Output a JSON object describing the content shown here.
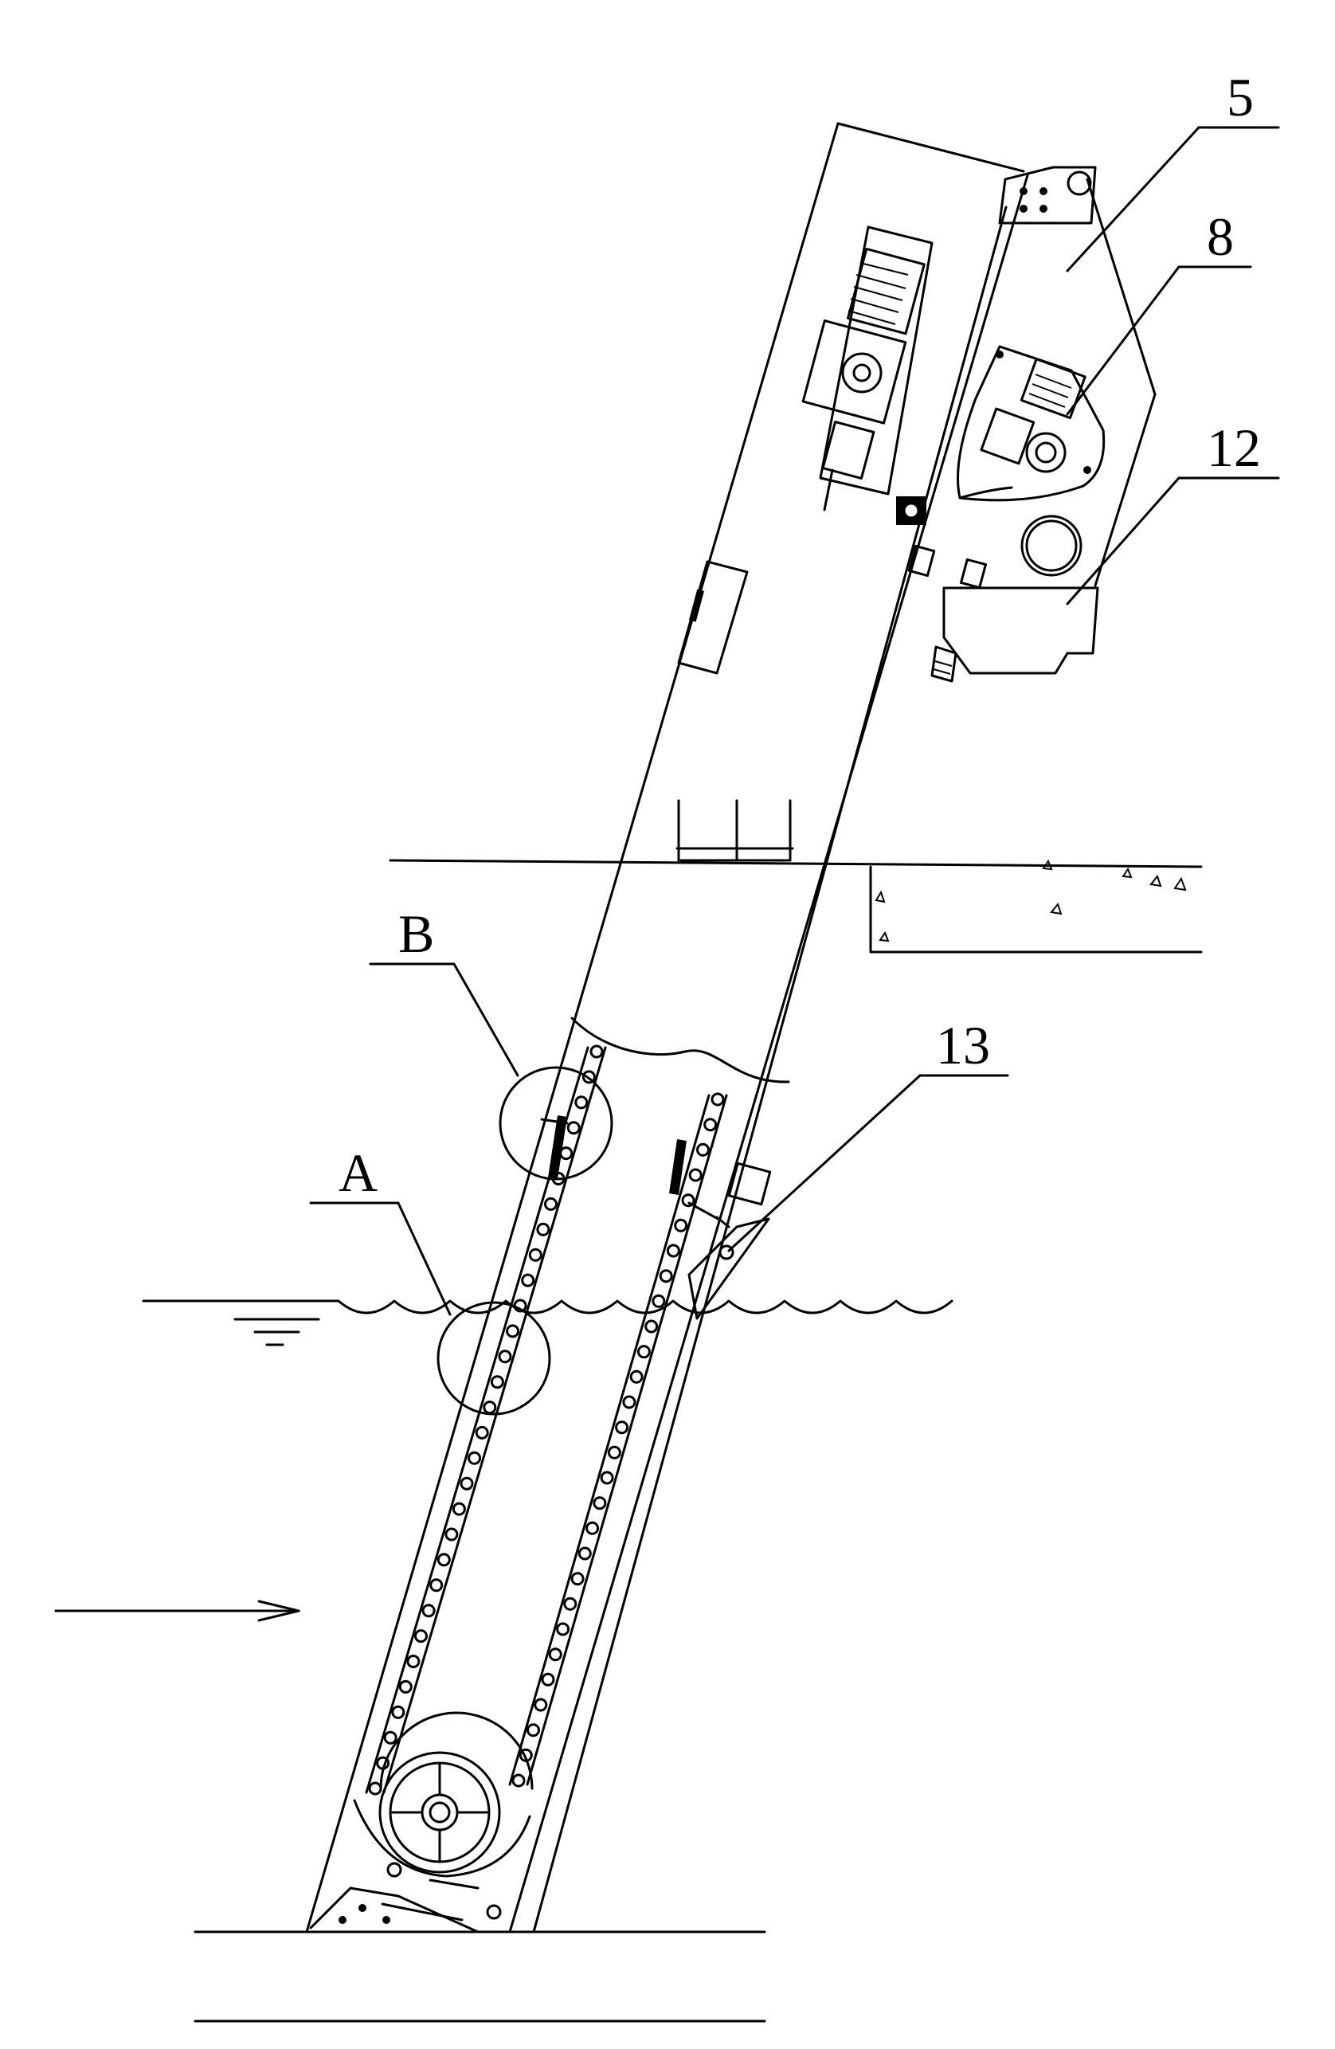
{
  "labels": {
    "l5": "5",
    "l8": "8",
    "l12": "12",
    "lB": "B",
    "lA": "A",
    "l13": "13"
  },
  "colors": {
    "stroke": "#000000",
    "background": "#ffffff"
  }
}
